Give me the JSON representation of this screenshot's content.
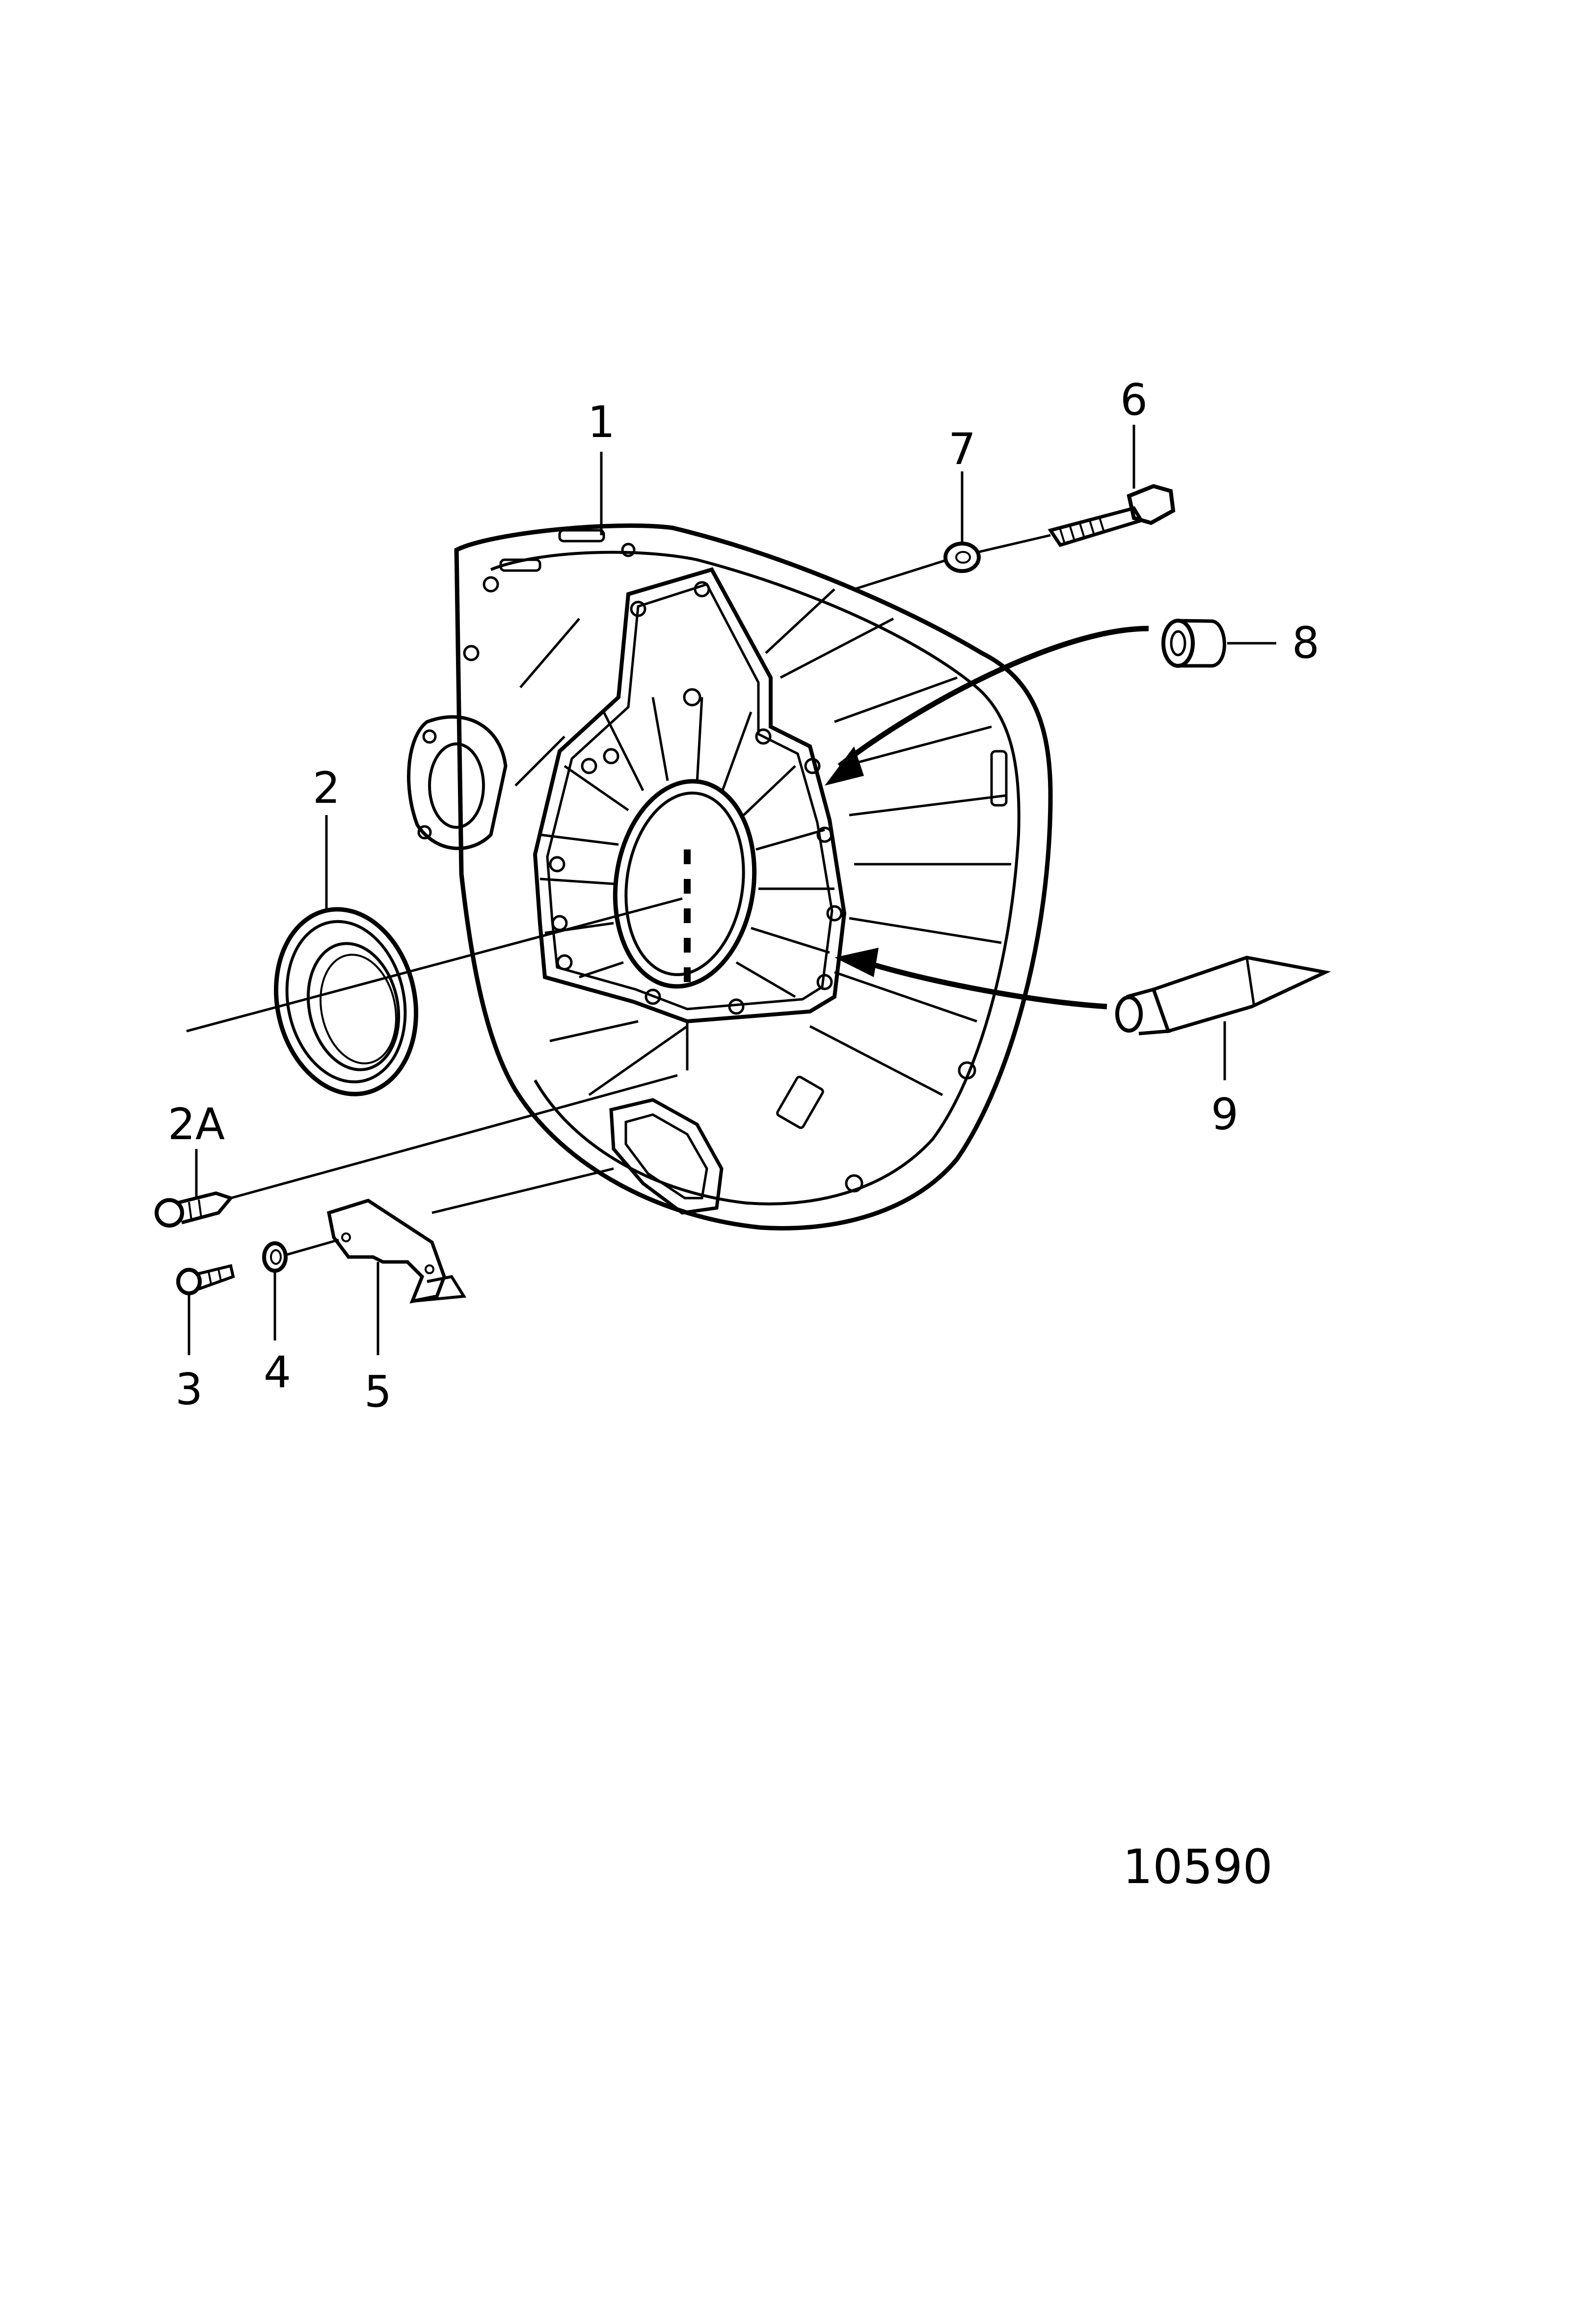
{
  "figure_number": "10590",
  "callouts": [
    {
      "id": "p1",
      "label": "1"
    },
    {
      "id": "p2",
      "label": "2"
    },
    {
      "id": "p2a",
      "label": "2A"
    },
    {
      "id": "p3",
      "label": "3"
    },
    {
      "id": "p4",
      "label": "4"
    },
    {
      "id": "p5",
      "label": "5"
    },
    {
      "id": "p6",
      "label": "6"
    },
    {
      "id": "p7",
      "label": "7"
    },
    {
      "id": "p8",
      "label": "8"
    },
    {
      "id": "p9",
      "label": "9"
    }
  ],
  "colors": {
    "ink": "#000000",
    "paper": "#ffffff"
  }
}
